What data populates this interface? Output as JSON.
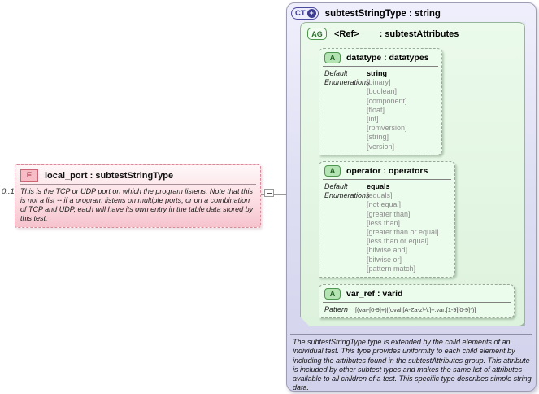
{
  "colors": {
    "complex_type_fill": "#dcdcf2",
    "complex_type_border": "#9c9cb4",
    "complex_type_icon": "#3c3c92",
    "attribute_group_fill": "#e3f7e3",
    "attribute_fill": "#ecfcec",
    "attribute_icon_green": "#4e964e",
    "element_fill": "#f9d6dc",
    "element_icon_red": "#cc6677",
    "enum_text": "#8c8c8c"
  },
  "element": {
    "cardinality": "0..1",
    "icon": "E",
    "title": "local_port : subtestStringType",
    "description": "This is the TCP or UDP port on which the program listens.  Note that this is not a list -- if a program listens on multiple ports, or on a combination of TCP and UDP, each will have its own entry in the table data stored by this test."
  },
  "complex_type": {
    "icon": "CT",
    "icon_plus": "+",
    "title": "subtestStringType : string",
    "footnote": "The subtestStringType type is extended by the child elements of an individual test.  This type provides uniformity to each child element by including the attributes found in the subtestAttributes group.  This attribute is included by other subtest types and makes the same list of attributes available to all children of a test.  This specific type describes simple string data."
  },
  "attribute_group": {
    "icon": "AG",
    "ref_label": "<Ref>",
    "type_label": ": subtestAttributes"
  },
  "labels": {
    "default": "Default",
    "enumerations": "Enumerations",
    "pattern": "Pattern"
  },
  "attributes": {
    "datatype": {
      "icon": "A",
      "title": "datatype : datatypes",
      "default": "string",
      "enumerations": [
        "[binary]",
        "[boolean]",
        "[component]",
        "[float]",
        "[int]",
        "[rpmversion]",
        "[string]",
        "[version]"
      ]
    },
    "operator": {
      "icon": "A",
      "title": "operator : operators",
      "default": "equals",
      "enumerations": [
        "[equals]",
        "[not equal]",
        "[greater than]",
        "[less than]",
        "[greater than or equal]",
        "[less than or equal]",
        "[bitwise and]",
        "[bitwise or]",
        "[pattern match]"
      ]
    },
    "var_ref": {
      "icon": "A",
      "title": "var_ref   : varid",
      "pattern": "[(var-[0-9]+)|(oval:[A-Za-z\\-\\.]+:var:[1-9][0-9]*)]"
    }
  }
}
